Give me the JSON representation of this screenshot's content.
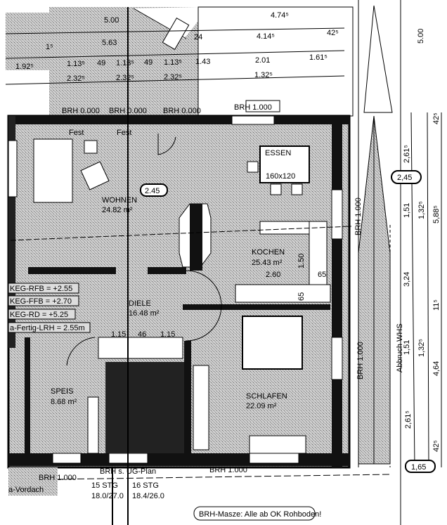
{
  "top_dimensions": {
    "row1": [
      "5.00",
      "4.74⁵"
    ],
    "row2": [
      "1⁵",
      "5.63",
      "24",
      "4.14⁵",
      "42⁵"
    ],
    "row3": [
      "1.92⁵",
      "1.13⁵",
      "49",
      "1.13⁵",
      "49",
      "1.13⁵",
      "1.43",
      "2.01",
      "1.61⁵"
    ],
    "row4": [
      "2.32⁵",
      "2.32⁵",
      "2.32⁵",
      "1.32⁵"
    ],
    "right_vertical": "5.00"
  },
  "brh_top": [
    "BRH 0.000",
    "BRH 0.000",
    "BRH 0.000",
    "BRH 1.000"
  ],
  "fixed_windows": [
    "Fest",
    "Fest"
  ],
  "rooms": {
    "wohnen": {
      "name": "WOHNEN",
      "area": "24.82 m²",
      "height_badge": "2.45"
    },
    "essen": {
      "name": "ESSEN",
      "table": "160x120"
    },
    "kochen": {
      "name": "KOCHEN",
      "area": "25.43 m²",
      "dims": [
        "2.60",
        "1.50",
        "65",
        "65"
      ]
    },
    "diele": {
      "name": "DIELE",
      "area": "16.48 m²",
      "dims": [
        "1.15",
        "46",
        "1.15"
      ]
    },
    "speis": {
      "name": "SPEIS",
      "area": "8.68 m²"
    },
    "schlafen": {
      "name": "SCHLAFEN",
      "area": "22.09 m²"
    }
  },
  "levels": [
    "KEG-RFB = +2.55",
    "KEG-FFB = +2.70",
    "KEG-RD = +5.25",
    "a-Fertig-LRH = 2.55m"
  ],
  "brh_right": [
    "BRH 1.000",
    "BRH 1.000"
  ],
  "bottom": {
    "brh": [
      "BRH 1.000",
      "BRH s. UG-Plan",
      "BRH 1.000"
    ],
    "vordach": "a-Vordach",
    "stairs": [
      {
        "steps": "15 STG",
        "ratio": "18.0/27.0"
      },
      {
        "steps": "16 STG",
        "ratio": "18.4/26.0"
      }
    ],
    "note": "BRH-Masze: Alle ab OK Rohboden!"
  },
  "right_dimensions": {
    "badge_top": "2,45",
    "badge_bottom": "1,65",
    "abbruch": "Abbruch WHS",
    "col1": [
      "2,61⁵",
      "1,51",
      "3,24",
      "1,51",
      "2,61⁵"
    ],
    "col2": [
      "1,32⁵",
      "1,32⁵"
    ],
    "col3": [
      "42⁵",
      "5,88⁵",
      "11⁵",
      "4,64",
      "42⁵"
    ]
  }
}
